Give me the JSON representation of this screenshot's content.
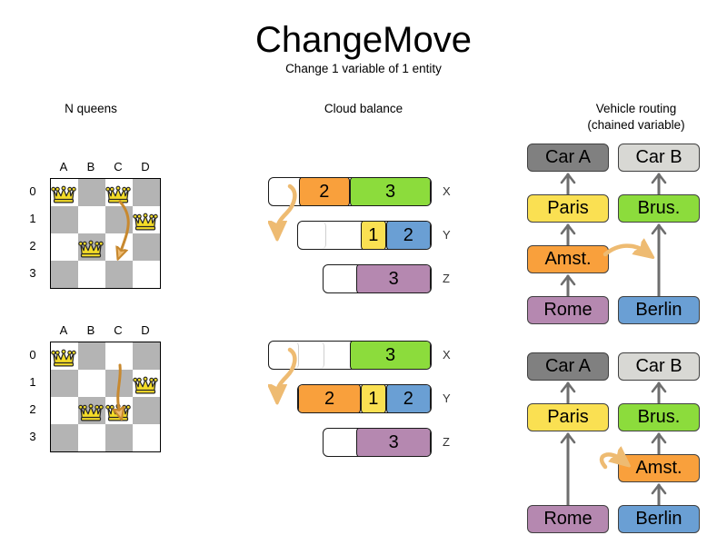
{
  "header": {
    "title": "ChangeMove",
    "subtitle": "Change 1 variable of 1 entity"
  },
  "columns": {
    "nqueens": {
      "heading": "N queens"
    },
    "cloud": {
      "heading": "Cloud balance"
    },
    "vrp": {
      "heading_line1": "Vehicle routing",
      "heading_line2": "(chained variable)"
    }
  },
  "colors": {
    "dark_cell": "#b4b4b4",
    "light_cell": "#ffffff",
    "queen_gold": "#f4dc28",
    "arrow_fill": "#eebb72",
    "arrow_stroke": "#c8892f",
    "board_arrow": "#c8892f",
    "orange": "#f9a03c",
    "green": "#8cdc3c",
    "yellow": "#fae052",
    "blue": "#6a9fd4",
    "purple": "#b588b0",
    "car_a_gray": "#808080",
    "car_b_gray": "#d8d8d4",
    "edge_gray": "#6e6e6e",
    "outline": "#1a1a1a"
  },
  "nqueens": {
    "files": [
      "A",
      "B",
      "C",
      "D"
    ],
    "ranks": [
      "0",
      "1",
      "2",
      "3"
    ],
    "before": {
      "queens": [
        {
          "file": 0,
          "rank": 0
        },
        {
          "file": 2,
          "rank": 0
        },
        {
          "file": 3,
          "rank": 1
        },
        {
          "file": 1,
          "rank": 2
        }
      ],
      "move": {
        "from_file": 2,
        "from_rank": 0,
        "to_file": 2,
        "to_rank": 2
      }
    },
    "after": {
      "queens": [
        {
          "file": 0,
          "rank": 0
        },
        {
          "file": 3,
          "rank": 1
        },
        {
          "file": 1,
          "rank": 2
        },
        {
          "file": 2,
          "rank": 2
        }
      ],
      "move": {
        "from_file": 2,
        "from_rank": 0,
        "to_file": 2,
        "to_rank": 2
      }
    }
  },
  "cloud": {
    "before": {
      "rows": [
        {
          "label": "X",
          "offset": 0,
          "width": 180,
          "segments": [
            {
              "value": "",
              "width": 33,
              "color": "none",
              "divider": false
            },
            {
              "value": "2",
              "width": 57,
              "color": "#f9a03c",
              "divider": false
            },
            {
              "value": "3",
              "width": 90,
              "color": "#8cdc3c",
              "divider": false
            }
          ]
        },
        {
          "label": "Y",
          "offset": 32,
          "width": 148,
          "segments": [
            {
              "value": "",
              "width": 31,
              "color": "none",
              "divider": true
            },
            {
              "value": "",
              "width": 39,
              "color": "none",
              "divider": false
            },
            {
              "value": "1",
              "width": 28,
              "color": "#fae052",
              "divider": false
            },
            {
              "value": "2",
              "width": 50,
              "color": "#6a9fd4",
              "divider": false
            }
          ]
        },
        {
          "label": "Z",
          "offset": 60,
          "width": 120,
          "segments": [
            {
              "value": "",
              "width": 37,
              "color": "none",
              "divider": false
            },
            {
              "value": "3",
              "width": 83,
              "color": "#b588b0",
              "divider": false
            }
          ]
        }
      ],
      "move": {
        "from_row": 0,
        "to_row": 1
      }
    },
    "after": {
      "rows": [
        {
          "label": "X",
          "offset": 0,
          "width": 180,
          "segments": [
            {
              "value": "",
              "width": 33,
              "color": "none",
              "divider": true
            },
            {
              "value": "",
              "width": 29,
              "color": "none",
              "divider": true
            },
            {
              "value": "",
              "width": 28,
              "color": "none",
              "divider": false
            },
            {
              "value": "3",
              "width": 90,
              "color": "#8cdc3c",
              "divider": false
            }
          ]
        },
        {
          "label": "Y",
          "offset": 32,
          "width": 148,
          "segments": [
            {
              "value": "2",
              "width": 70,
              "color": "#f9a03c",
              "divider": false
            },
            {
              "value": "1",
              "width": 28,
              "color": "#fae052",
              "divider": false
            },
            {
              "value": "2",
              "width": 50,
              "color": "#6a9fd4",
              "divider": false
            }
          ]
        },
        {
          "label": "Z",
          "offset": 60,
          "width": 120,
          "segments": [
            {
              "value": "",
              "width": 37,
              "color": "none",
              "divider": false
            },
            {
              "value": "3",
              "width": 83,
              "color": "#b588b0",
              "divider": false
            }
          ]
        }
      ],
      "move": {
        "from_row": 0,
        "to_row": 1
      }
    }
  },
  "vrp": {
    "before": {
      "nodes": [
        {
          "id": "carA",
          "label": "Car A",
          "color": "#808080",
          "col": 0,
          "row": 0
        },
        {
          "id": "carB",
          "label": "Car B",
          "color": "#d8d8d4",
          "col": 1,
          "row": 0
        },
        {
          "id": "paris",
          "label": "Paris",
          "color": "#fae052",
          "col": 0,
          "row": 1
        },
        {
          "id": "brus",
          "label": "Brus.",
          "color": "#8cdc3c",
          "col": 1,
          "row": 1
        },
        {
          "id": "amst",
          "label": "Amst.",
          "color": "#f9a03c",
          "col": 0,
          "row": 2
        },
        {
          "id": "rome",
          "label": "Rome",
          "color": "#b588b0",
          "col": 0,
          "row": 3
        },
        {
          "id": "berlin",
          "label": "Berlin",
          "color": "#6a9fd4",
          "col": 1,
          "row": 3
        }
      ],
      "edges": [
        {
          "from": "paris",
          "to": "carA"
        },
        {
          "from": "amst",
          "to": "paris"
        },
        {
          "from": "rome",
          "to": "amst"
        },
        {
          "from": "brus",
          "to": "carB"
        },
        {
          "from": "berlin",
          "to": "brus"
        }
      ],
      "move": {
        "entity": "amst",
        "direction": "right"
      }
    },
    "after": {
      "nodes": [
        {
          "id": "carA",
          "label": "Car A",
          "color": "#808080",
          "col": 0,
          "row": 0
        },
        {
          "id": "carB",
          "label": "Car B",
          "color": "#d8d8d4",
          "col": 1,
          "row": 0
        },
        {
          "id": "paris",
          "label": "Paris",
          "color": "#fae052",
          "col": 0,
          "row": 1
        },
        {
          "id": "brus",
          "label": "Brus.",
          "color": "#8cdc3c",
          "col": 1,
          "row": 1
        },
        {
          "id": "amst",
          "label": "Amst.",
          "color": "#f9a03c",
          "col": 1,
          "row": 2
        },
        {
          "id": "rome",
          "label": "Rome",
          "color": "#b588b0",
          "col": 0,
          "row": 3
        },
        {
          "id": "berlin",
          "label": "Berlin",
          "color": "#6a9fd4",
          "col": 1,
          "row": 3
        }
      ],
      "edges": [
        {
          "from": "paris",
          "to": "carA"
        },
        {
          "from": "rome",
          "to": "paris"
        },
        {
          "from": "brus",
          "to": "carB"
        },
        {
          "from": "amst",
          "to": "brus"
        },
        {
          "from": "berlin",
          "to": "amst"
        }
      ],
      "move": {
        "entity": "amst",
        "direction": "left"
      }
    }
  }
}
